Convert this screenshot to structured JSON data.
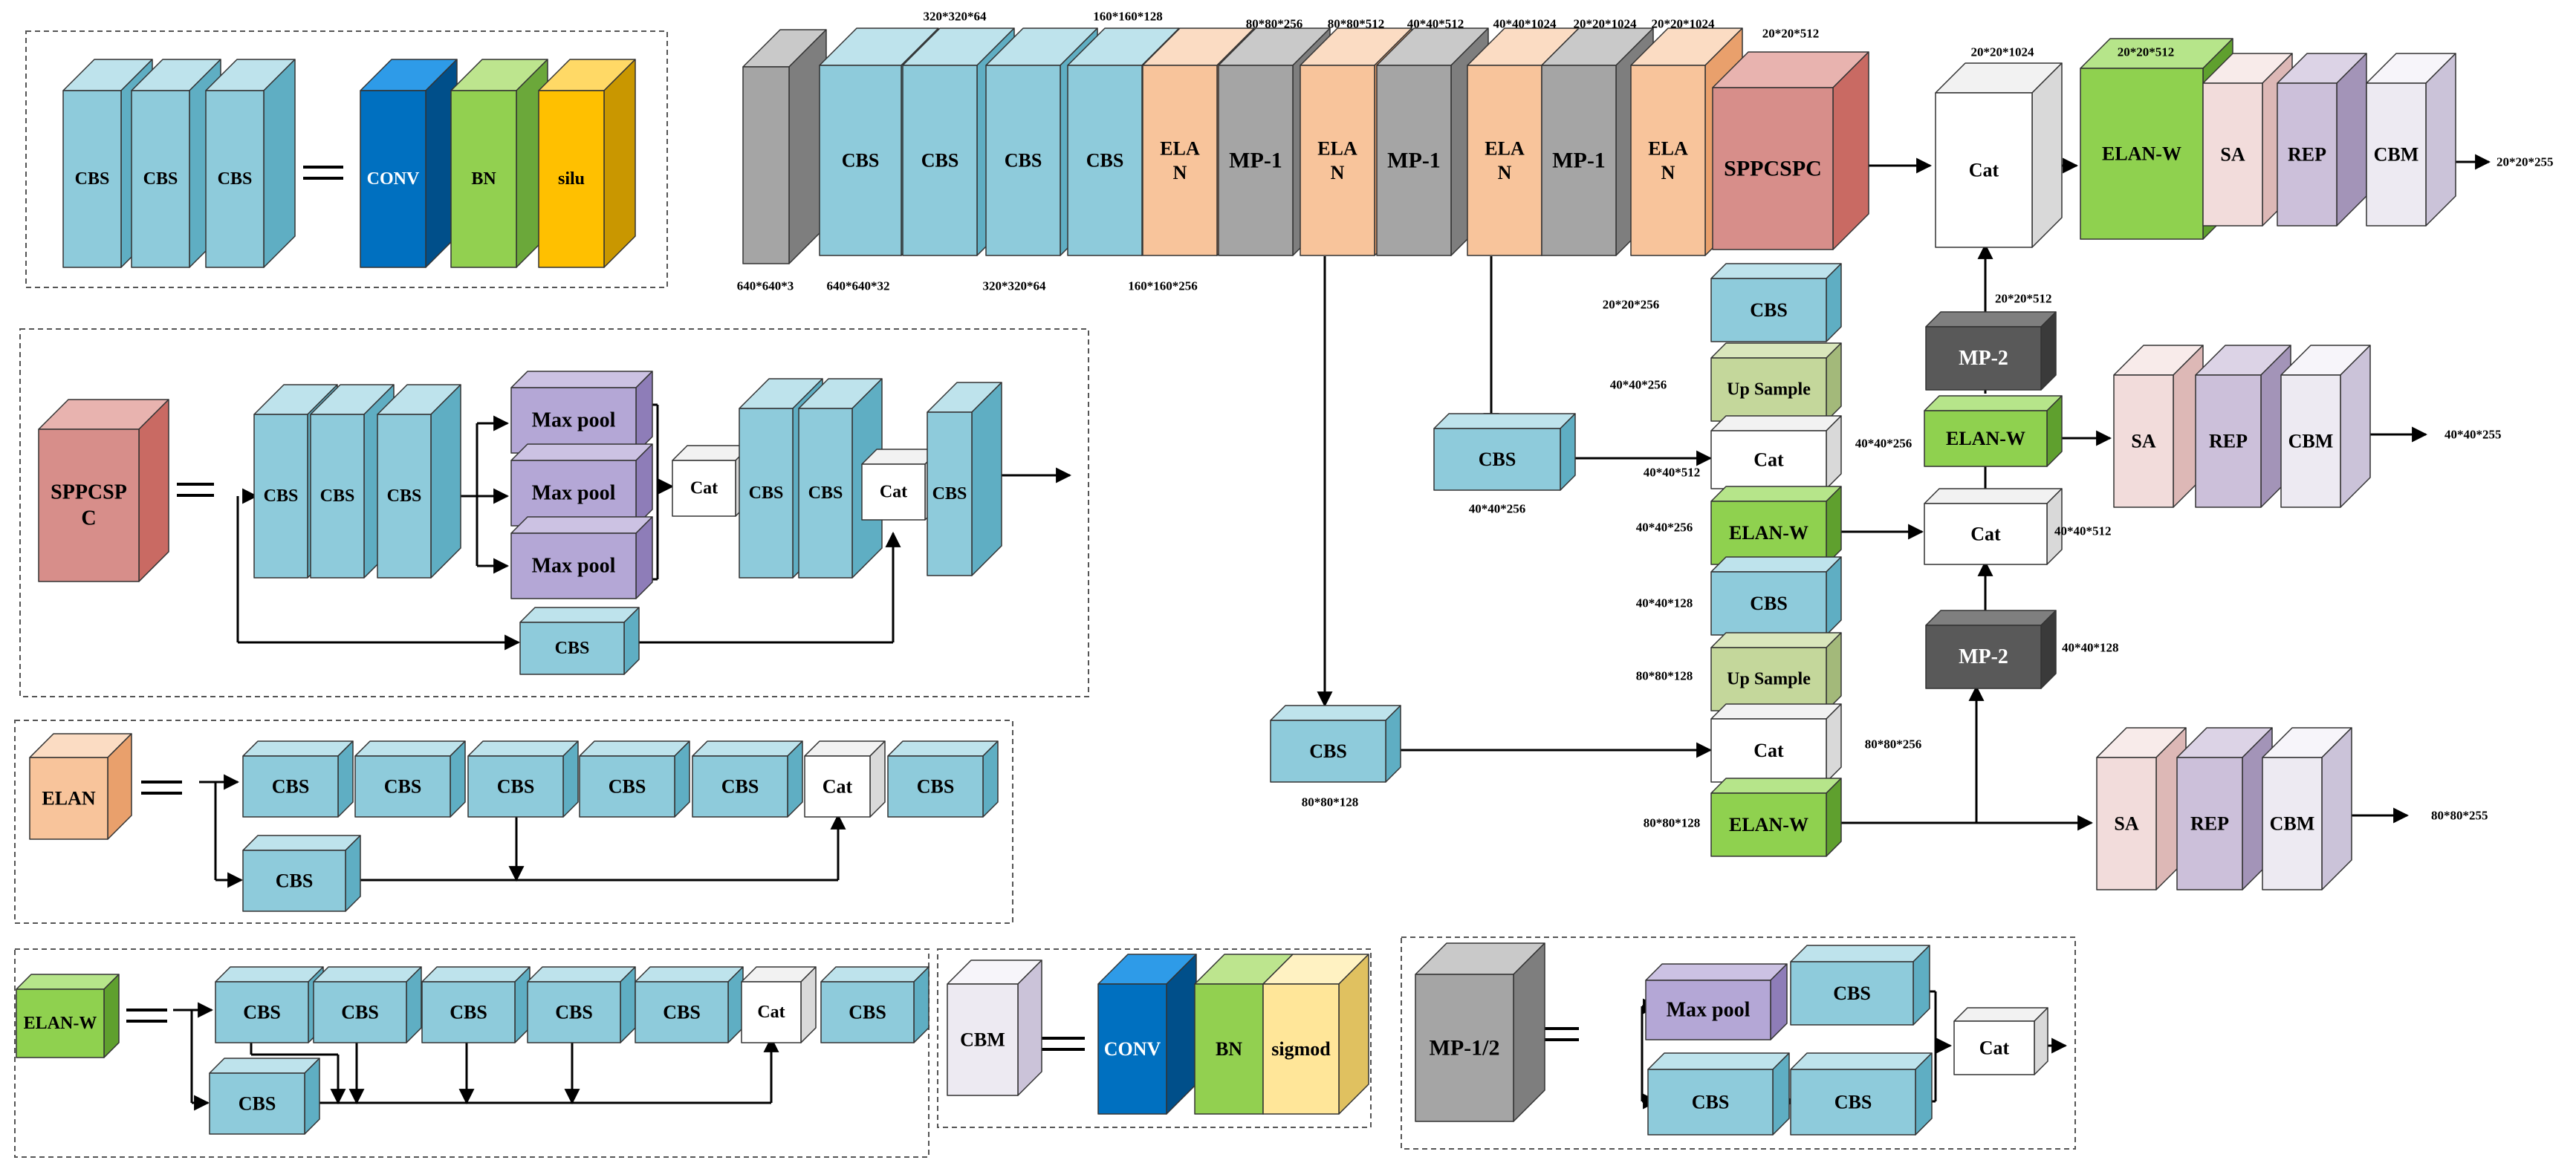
{
  "colors": {
    "cbs": [
      "#8ECBDB",
      "#BEE3EC",
      "#5FAEC3"
    ],
    "gray": [
      "#A5A5A5",
      "#C9C9C9",
      "#7E7E7E"
    ],
    "elan": [
      "#F8C49B",
      "#FBDCC3",
      "#E9A06C"
    ],
    "sppcspc": [
      "#D78E8A",
      "#E8B3AF",
      "#C96A63"
    ],
    "white": [
      "#FFFFFF",
      "#F2F2F2",
      "#D9D9D9"
    ],
    "elanw": [
      "#8FD14F",
      "#B6E58A",
      "#5FA02E"
    ],
    "sa": [
      "#F2DCDB",
      "#F8EBEA",
      "#DDB8B6"
    ],
    "rep": [
      "#CCC0DA",
      "#DCD3E6",
      "#A394B8"
    ],
    "cbm": [
      "#EDEAF2",
      "#F7F5FA",
      "#CBC3D9"
    ],
    "upsample": [
      "#C4D79B",
      "#D9E6BC",
      "#A3B97A"
    ],
    "mp2": [
      "#595959",
      "#7F7F7F",
      "#3A3A3A"
    ],
    "maxpool": [
      "#B4A7D6",
      "#CCC2E3",
      "#8E7DB8"
    ],
    "conv": [
      "#0070C0",
      "#2E9BE8",
      "#004F8A"
    ],
    "bn": [
      "#92D050",
      "#BDE58E",
      "#6BA83A"
    ],
    "silu": [
      "#FFC000",
      "#FFD966",
      "#C99700"
    ],
    "sigmod": [
      "#FFE699",
      "#FFF2C2",
      "#E0C160"
    ],
    "cat": [
      "#FFFFFF",
      "#F2F2F2",
      "#D9D9D9"
    ]
  },
  "labels": {
    "cbs": "CBS",
    "conv": "CONV",
    "bn": "BN",
    "silu": "silu",
    "sigmod": "sigmod",
    "elan_split": [
      "ELA",
      "N"
    ],
    "elan": "ELAN",
    "mp1": "MP-1",
    "mp2": "MP-2",
    "mp12": "MP-1/2",
    "sppcspc": "SPPCSPC",
    "sppcsp_split": [
      "SPPCSP",
      "C"
    ],
    "cat": "Cat",
    "elanw": "ELAN-W",
    "sa": "SA",
    "rep": "REP",
    "cbm": "CBM",
    "maxpool": "Max pool",
    "upsample": "Up Sample"
  },
  "dims": {
    "d640_3": "640*640*3",
    "d640_32": "640*640*32",
    "d320_64a": "320*320*64",
    "d320_64b": "320*320*64",
    "d160_128": "160*160*128",
    "d160_256": "160*160*256",
    "d80_256_top": "80*80*256",
    "d80_512": "80*80*512",
    "d40_512_top": "40*40*512",
    "d40_1024": "40*40*1024",
    "d20_1024a": "20*20*1024",
    "d20_1024b": "20*20*1024",
    "d20_512_top": "20*20*512",
    "d20_1024_cat": "20*20*1024",
    "d20_512_ew": "20*20*512",
    "out20": "20*20*255",
    "d20_256": "20*20*256",
    "d40_256_up": "40*40*256",
    "d40_512_cat": "40*40*512",
    "d40_256_ew": "40*40*256",
    "d40_128": "40*40*128",
    "d80_128_up": "80*80*128",
    "d80_128_ew": "80*80*128",
    "d20_512_mp2": "20*20*512",
    "d40_256_elanw": "40*40*256",
    "d40_512_cat2": "40*40*512",
    "d40_128_mp2": "40*40*128",
    "d80_256_cat": "80*80*256",
    "d40_256_cbs": "40*40*256",
    "d80_128_cbs": "80*80*128",
    "out40": "40*40*255",
    "out80": "80*80*255"
  }
}
